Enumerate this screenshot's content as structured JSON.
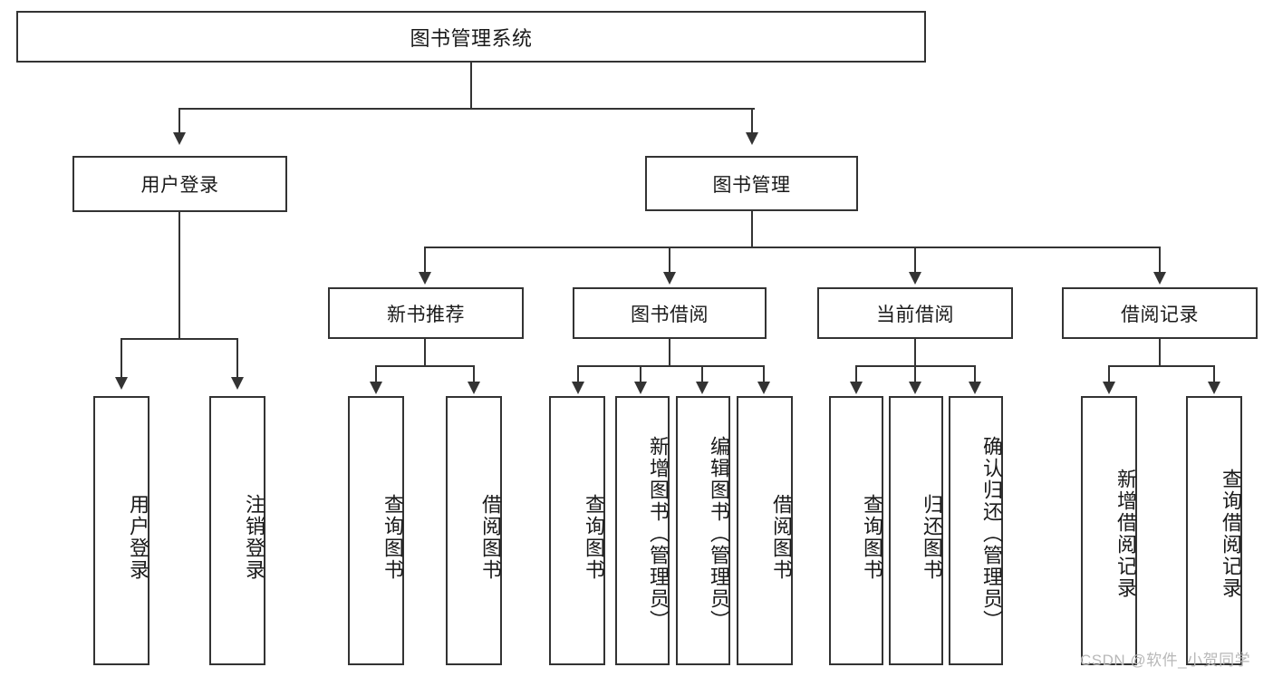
{
  "diagram": {
    "title": "图书管理系统",
    "type": "tree-hierarchy-diagram",
    "colors": {
      "stroke": "#333333",
      "fill": "#ffffff",
      "text": "#1a1a1a",
      "watermark": "#b8b8b8"
    },
    "root": {
      "label": "图书管理系统"
    },
    "level2": [
      {
        "label": "用户登录"
      },
      {
        "label": "图书管理"
      }
    ],
    "level3": [
      {
        "label": "新书推荐"
      },
      {
        "label": "图书借阅"
      },
      {
        "label": "当前借阅"
      },
      {
        "label": "借阅记录"
      }
    ],
    "leaves": {
      "user_login": [
        {
          "label": "用户登录"
        },
        {
          "label": "注销登录"
        }
      ],
      "new_book_recommend": [
        {
          "label": "查询图书"
        },
        {
          "label": "借阅图书"
        }
      ],
      "book_borrow": [
        {
          "label": "查询图书"
        },
        {
          "label": "新增图书（管理员）"
        },
        {
          "label": "编辑图书（管理员）"
        },
        {
          "label": "借阅图书"
        }
      ],
      "current_borrow": [
        {
          "label": "查询图书"
        },
        {
          "label": "归还图书"
        },
        {
          "label": "确认归还（管理员）"
        }
      ],
      "borrow_record": [
        {
          "label": "新增借阅记录"
        },
        {
          "label": "查询借阅记录"
        }
      ]
    },
    "watermark": "CSDN @软件_小贺同学"
  }
}
